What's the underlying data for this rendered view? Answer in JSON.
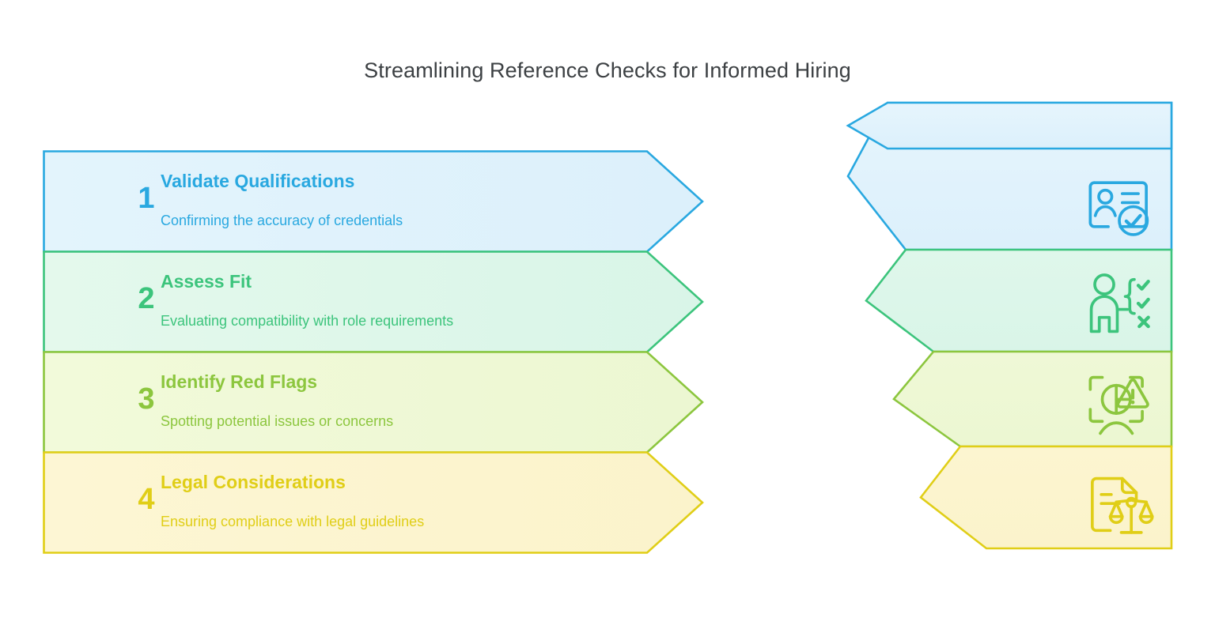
{
  "page": {
    "title": "Streamlining Reference Checks for Informed Hiring",
    "background": "#ffffff",
    "title_color": "#3c4043"
  },
  "palette": {
    "blue": {
      "stroke": "#29A8E0",
      "fill_left": "#E3F4FC",
      "fill_right_top": "#E6F5FD",
      "fill_right_bottom": "#DCF0FB",
      "text": "#29A8E0"
    },
    "green": {
      "stroke": "#3CC47C",
      "fill_left": "#E4F9EC",
      "fill_right_top": "#DFF7EB",
      "fill_right_bottom": "#D9F5E8",
      "text": "#3CC47C"
    },
    "yellowgreen": {
      "stroke": "#8CC63E",
      "fill_left": "#F2FADA",
      "fill_right_top": "#EFF8D6",
      "fill_right_bottom": "#ECF7D2",
      "text": "#8CC63E"
    },
    "yellow": {
      "stroke": "#E0CE17",
      "fill_left": "#FDF6D4",
      "fill_right_top": "#FCF5D0",
      "fill_right_bottom": "#FBF3CB",
      "text": "#E0CE17"
    }
  },
  "steps": [
    {
      "number": "1",
      "title": "Validate Qualifications",
      "subtitle": "Confirming the accuracy of credentials",
      "color_key": "blue",
      "icon": "id-card-verified-icon"
    },
    {
      "number": "2",
      "title": "Assess Fit",
      "subtitle": "Evaluating compatibility with role requirements",
      "color_key": "green",
      "icon": "person-criteria-checklist-icon"
    },
    {
      "number": "3",
      "title": "Identify Red Flags",
      "subtitle": "Spotting potential issues or concerns",
      "color_key": "yellowgreen",
      "icon": "face-scan-warning-icon"
    },
    {
      "number": "4",
      "title": "Legal Considerations",
      "subtitle": "Ensuring compliance with legal guidelines",
      "color_key": "yellow",
      "icon": "legal-document-scales-icon"
    }
  ]
}
